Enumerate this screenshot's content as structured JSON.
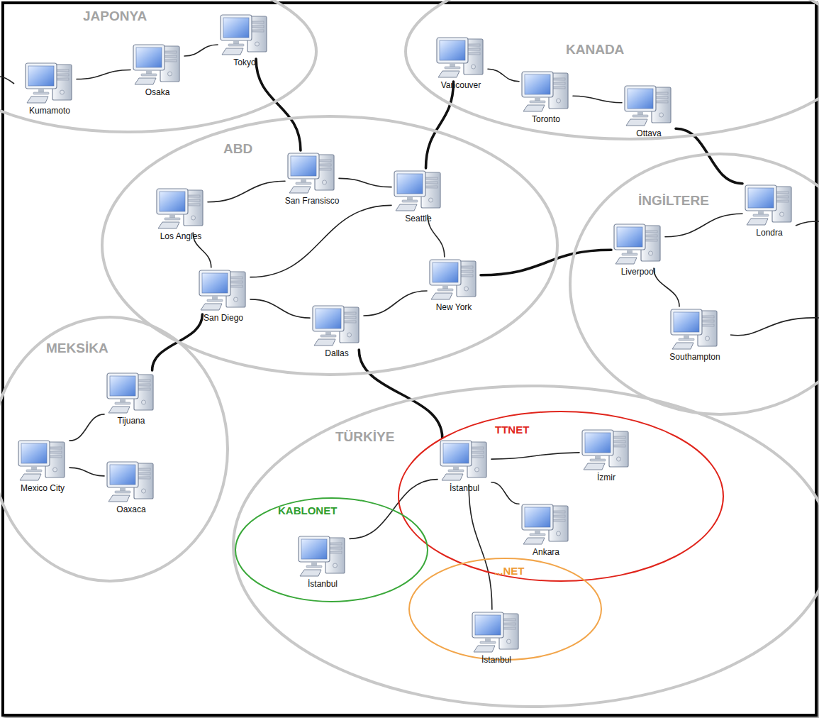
{
  "diagram": {
    "nodes": [
      {
        "text": [
          "JAPONYA"
        ]
      },
      {
        "text": [
          "Kumamoto"
        ],
        "in": 0
      },
      {
        "text": [
          "Osaka"
        ],
        "in": 0
      },
      {
        "text": [
          "Tokyo"
        ],
        "in": 0
      },
      {
        "text": [
          "KANADA"
        ]
      },
      {
        "text": [
          "Vancouver"
        ],
        "in": 4
      },
      {
        "text": [
          "Toronto"
        ],
        "in": 4
      },
      {
        "text": [
          "Ottava"
        ],
        "in": 4
      },
      {
        "text": [
          "ABD"
        ]
      },
      {
        "text": [
          "San Fransisco"
        ],
        "in": 8
      },
      {
        "text": [
          "Seattle"
        ],
        "in": 8
      },
      {
        "text": [
          "Los Angles"
        ],
        "in": 8
      },
      {
        "text": [
          "New York"
        ],
        "in": 8
      },
      {
        "text": [
          "San Diego"
        ],
        "in": 8
      },
      {
        "text": [
          "Dallas"
        ],
        "in": 8
      },
      {
        "text": [
          "İNGİLTERE"
        ]
      },
      {
        "text": [
          "Londra"
        ],
        "in": 15
      },
      {
        "text": [
          "Liverpool"
        ],
        "in": 15
      },
      {
        "text": [
          "Southampton"
        ],
        "in": 15
      },
      {
        "text": [
          "MEKSİKA"
        ]
      },
      {
        "text": [
          "Tijuana"
        ],
        "in": 19
      },
      {
        "text": [
          "Mexico City"
        ],
        "in": 19
      },
      {
        "text": [
          "Oaxaca"
        ],
        "in": 19
      },
      {
        "text": [
          "TÜRKİYE"
        ]
      },
      {
        "text": [
          "TTNET"
        ],
        "in": 23
      },
      {
        "text": [
          "İstanbul"
        ],
        "in": 24
      },
      {
        "text": [
          "İzmir"
        ],
        "in": 24
      },
      {
        "text": [
          "Ankara"
        ],
        "in": 24
      },
      {
        "text": [
          "KABLONET"
        ],
        "in": 23
      },
      {
        "text": [
          "İstanbul"
        ],
        "in": 28
      },
      {
        "text": [
          "...NET"
        ],
        "in": 23
      },
      {
        "text": [
          "İstanbul"
        ],
        "in": 30
      }
    ],
    "edges": [
      {
        "from": 1,
        "to": 2,
        "arrow": "none"
      },
      {
        "from": 2,
        "to": 3,
        "arrow": "none"
      },
      {
        "from": 3,
        "to": 9,
        "arrow": "none"
      },
      {
        "from": 5,
        "to": 6,
        "arrow": "none"
      },
      {
        "from": 6,
        "to": 7,
        "arrow": "none"
      },
      {
        "from": 5,
        "to": 10,
        "arrow": "none"
      },
      {
        "from": 7,
        "to": 16,
        "arrow": "none"
      },
      {
        "from": 9,
        "to": 11,
        "arrow": "none"
      },
      {
        "from": 9,
        "to": 10,
        "arrow": "none"
      },
      {
        "from": 11,
        "to": 13,
        "arrow": "none"
      },
      {
        "from": 13,
        "to": 10,
        "arrow": "none"
      },
      {
        "from": 13,
        "to": 14,
        "arrow": "none"
      },
      {
        "from": 14,
        "to": 12,
        "arrow": "none"
      },
      {
        "from": 10,
        "to": 12,
        "arrow": "none"
      },
      {
        "from": 12,
        "to": 17,
        "arrow": "none"
      },
      {
        "from": 17,
        "to": 16,
        "arrow": "none"
      },
      {
        "from": 17,
        "to": 18,
        "arrow": "none"
      },
      {
        "from": 13,
        "to": 20,
        "arrow": "none"
      },
      {
        "from": 20,
        "to": 21,
        "arrow": "none"
      },
      {
        "from": 21,
        "to": 22,
        "arrow": "none"
      },
      {
        "from": 14,
        "to": 25,
        "arrow": "none"
      },
      {
        "from": 25,
        "to": 26,
        "arrow": "none"
      },
      {
        "from": 25,
        "to": 27,
        "arrow": "none"
      },
      {
        "from": 25,
        "to": 29,
        "arrow": "none"
      },
      {
        "from": 25,
        "to": 31,
        "arrow": "none"
      }
    ]
  }
}
